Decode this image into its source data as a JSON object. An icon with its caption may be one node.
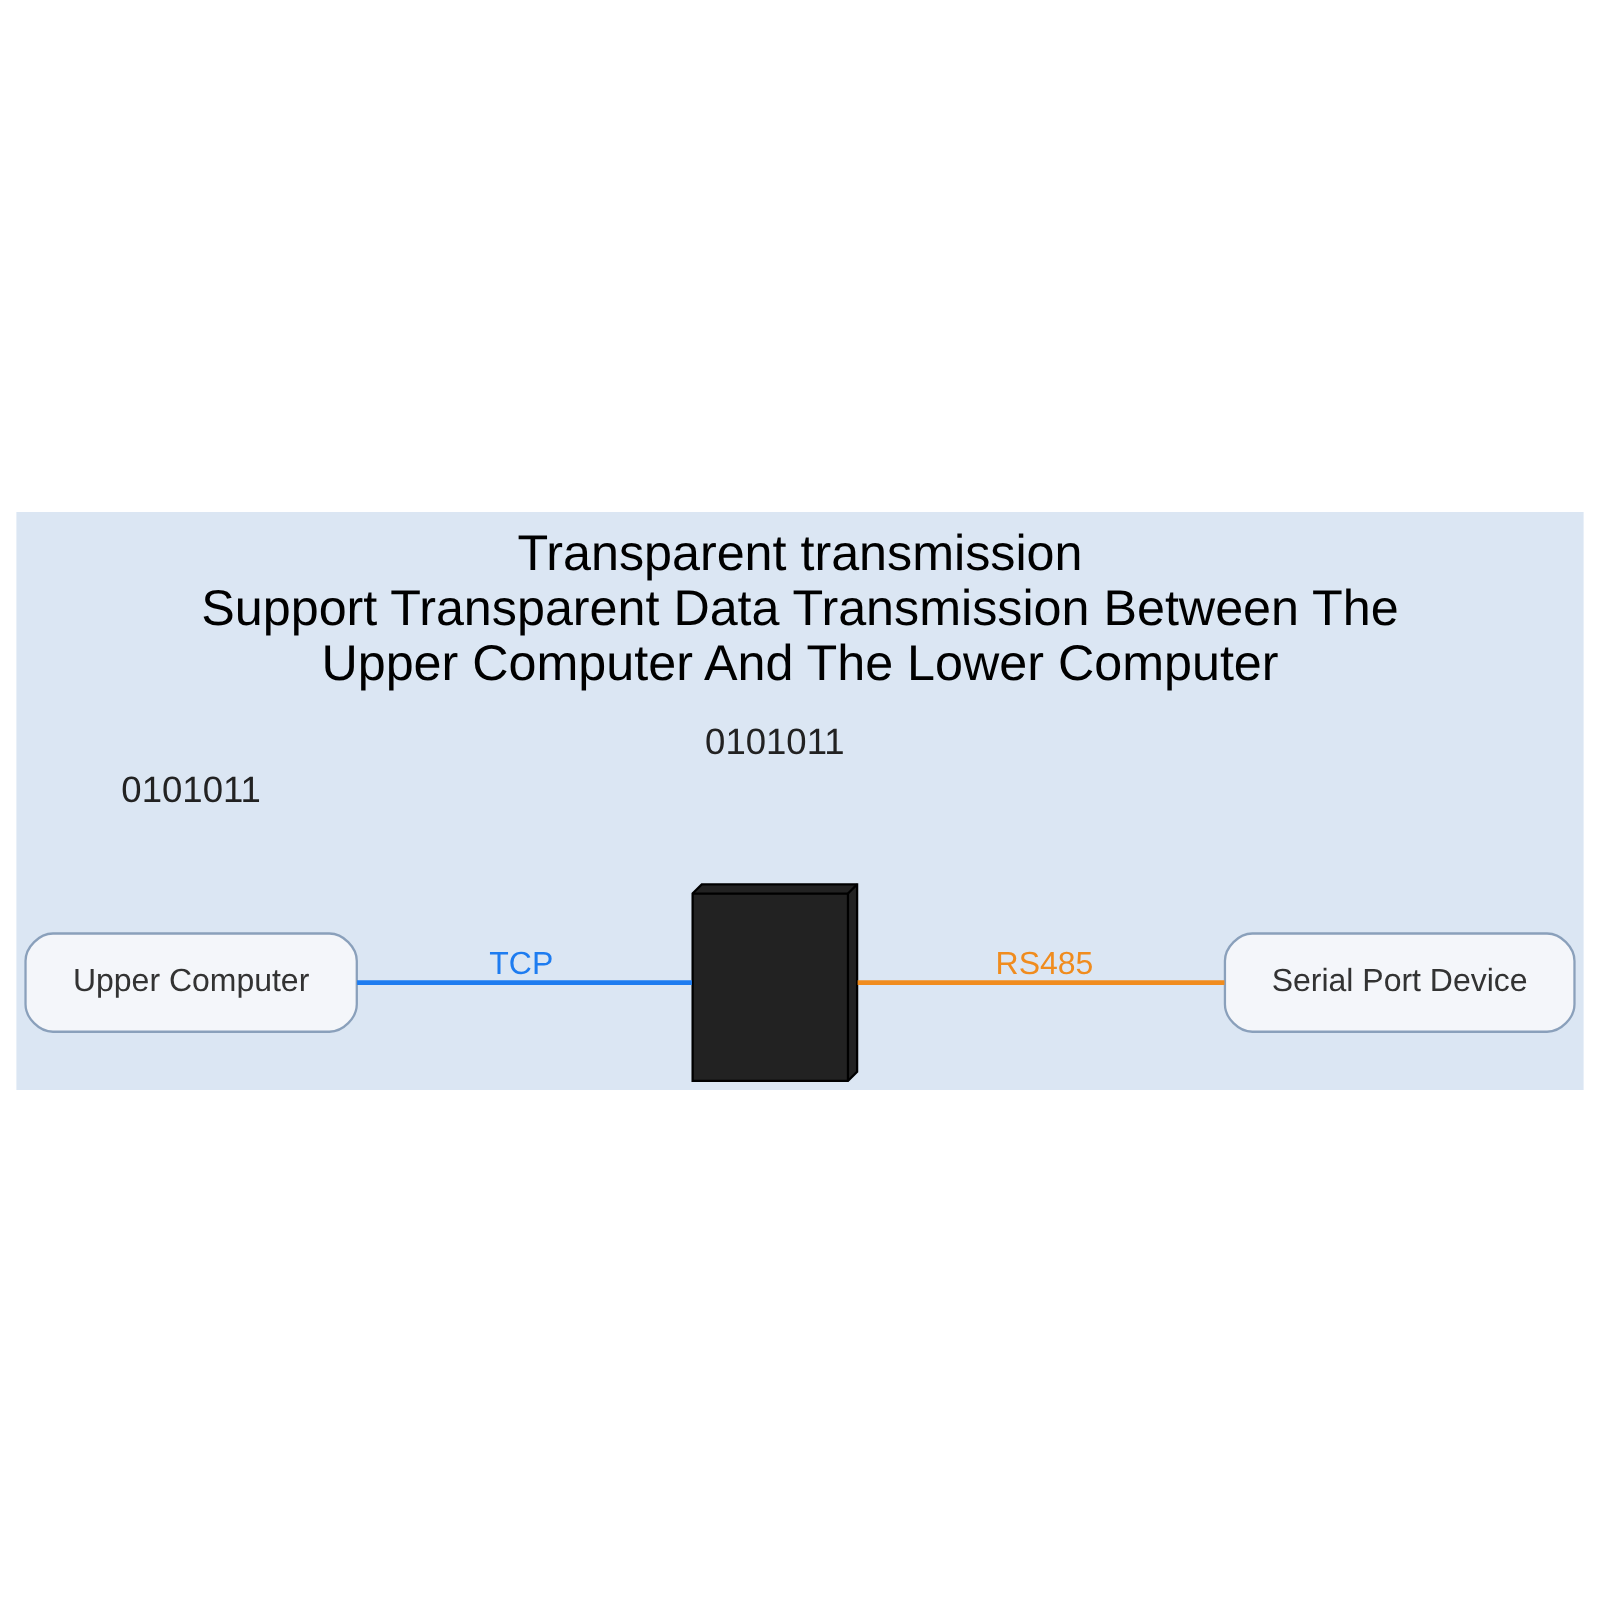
{
  "diagram": {
    "title": "Transparent transmission",
    "caption": "Support Transparent Data Transmission Between The Upper Computer And The Lower Computer",
    "nodes": [
      {
        "text": [
          "Upper Computer"
        ]
      },
      {
        "text": [],
        "shape": "picture"
      },
      {
        "text": [
          "Serial Port Device"
        ]
      }
    ],
    "edges": [
      {
        "from": 0,
        "to": 1,
        "arrow": "none",
        "label": "TCP",
        "color": "#1e7cf0"
      },
      {
        "from": 1,
        "to": 2,
        "arrow": "none",
        "label": "RS485",
        "color": "#f08c1e"
      }
    ],
    "labels": [
      "0101011",
      "0101011"
    ]
  }
}
